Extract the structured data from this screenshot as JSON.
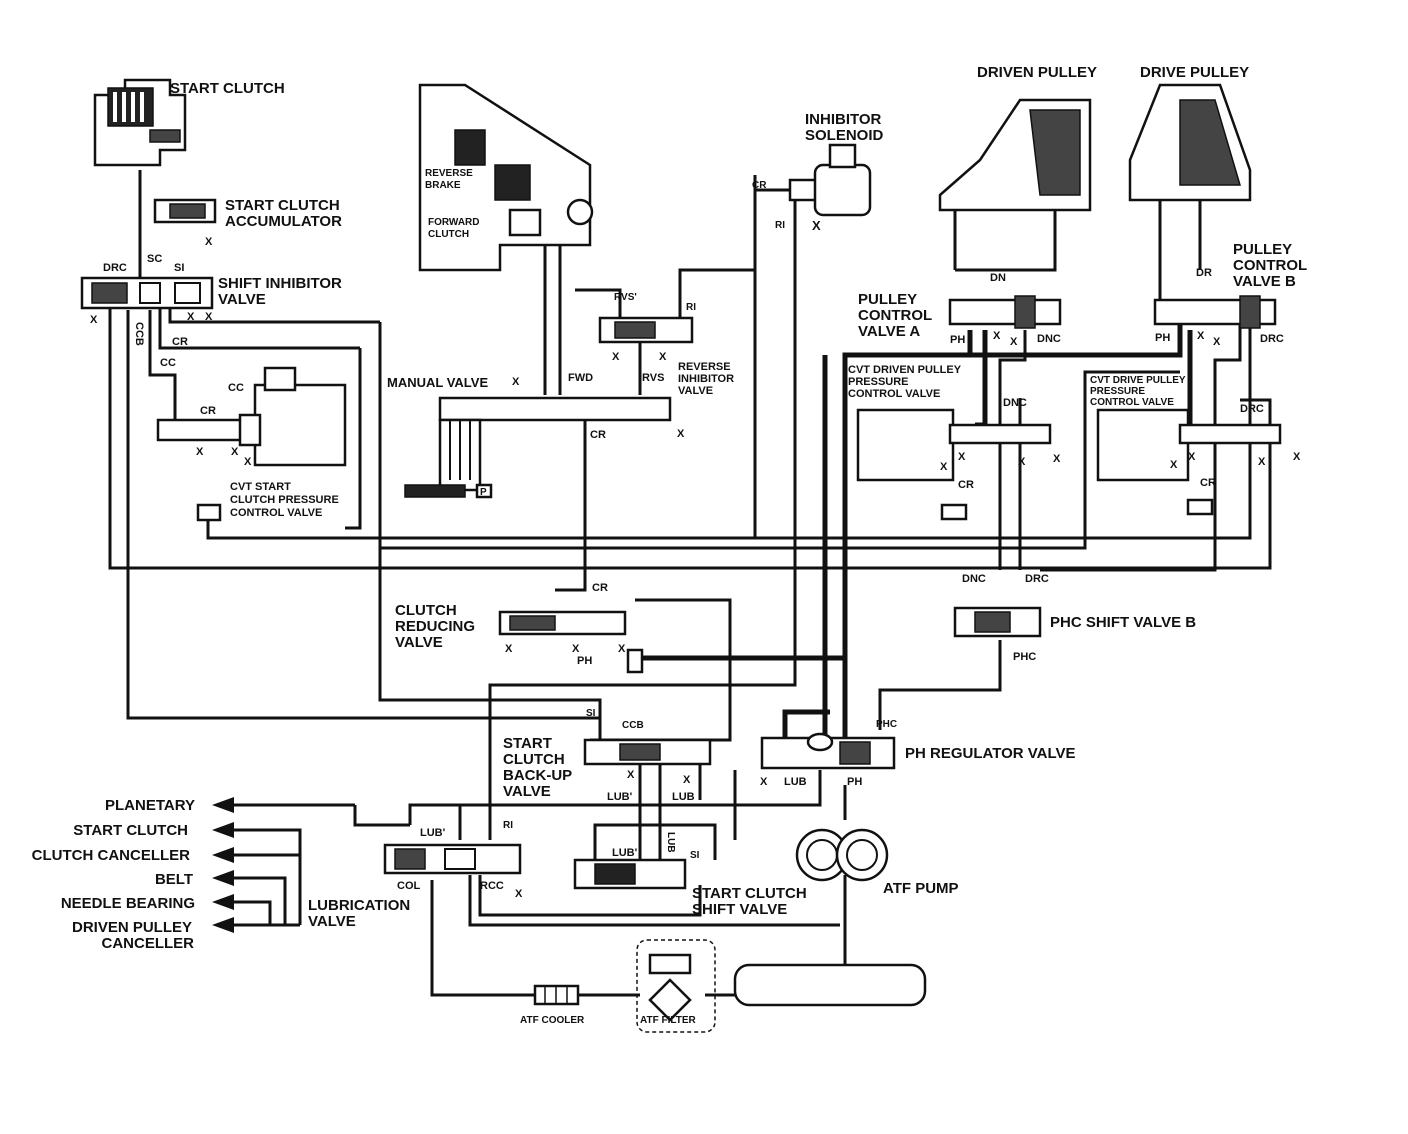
{
  "components": {
    "start_clutch": "START CLUTCH",
    "start_clutch_accumulator": [
      "START CLUTCH",
      "ACCUMULATOR"
    ],
    "shift_inhibitor_valve": [
      "SHIFT INHIBITOR",
      "VALVE"
    ],
    "cvt_start_clutch_pcv": [
      "CVT START",
      "CLUTCH PRESSURE",
      "CONTROL VALVE"
    ],
    "reverse_brake": [
      "REVERSE",
      "BRAKE"
    ],
    "forward_clutch": [
      "FORWARD",
      "CLUTCH"
    ],
    "manual_valve": "MANUAL VALVE",
    "reverse_inhibitor_valve": [
      "REVERSE",
      "INHIBITOR",
      "VALVE"
    ],
    "inhibitor_solenoid": [
      "INHIBITOR",
      "SOLENOID"
    ],
    "driven_pulley": "DRIVEN PULLEY",
    "drive_pulley": "DRIVE PULLEY",
    "pulley_control_valve_a": [
      "PULLEY",
      "CONTROL",
      "VALVE A"
    ],
    "pulley_control_valve_b": [
      "PULLEY",
      "CONTROL",
      "VALVE B"
    ],
    "cvt_driven_pulley_pcv": [
      "CVT DRIVEN PULLEY",
      "PRESSURE",
      "CONTROL VALVE"
    ],
    "cvt_drive_pulley_pcv": [
      "CVT DRIVE PULLEY",
      "PRESSURE",
      "CONTROL VALVE"
    ],
    "clutch_reducing_valve": [
      "CLUTCH",
      "REDUCING",
      "VALVE"
    ],
    "phc_shift_valve_b": "PHC SHIFT VALVE B",
    "start_clutch_backup_valve": [
      "START",
      "CLUTCH",
      "BACK-UP",
      "VALVE"
    ],
    "ph_regulator_valve": "PH REGULATOR VALVE",
    "start_clutch_shift_valve": [
      "START CLUTCH",
      "SHIFT VALVE"
    ],
    "lubrication_valve": [
      "LUBRICATION",
      "VALVE"
    ],
    "atf_pump": "ATF PUMP",
    "atf_cooler": "ATF COOLER",
    "atf_filter": "ATF FILTER"
  },
  "outputs": [
    "PLANETARY",
    "START CLUTCH",
    "CLUTCH CANCELLER",
    "BELT",
    "NEEDLE BEARING",
    "DRIVEN PULLEY",
    "CANCELLER"
  ],
  "ports": {
    "drc": "DRC",
    "sc": "SC",
    "si": "SI",
    "ccb": "CCB",
    "cr": "CR",
    "cc": "CC",
    "rvs_p": "RVS'",
    "ri": "RI",
    "fwd": "FWD",
    "rvs": "RVS",
    "dn": "DN",
    "dr": "DR",
    "ph": "PH",
    "dnc": "DNC",
    "phc": "PHC",
    "lub": "LUB",
    "lub_p": "LUB'",
    "col": "COL",
    "rcc": "RCC",
    "x": "X"
  },
  "manual_valve_positions": "P"
}
